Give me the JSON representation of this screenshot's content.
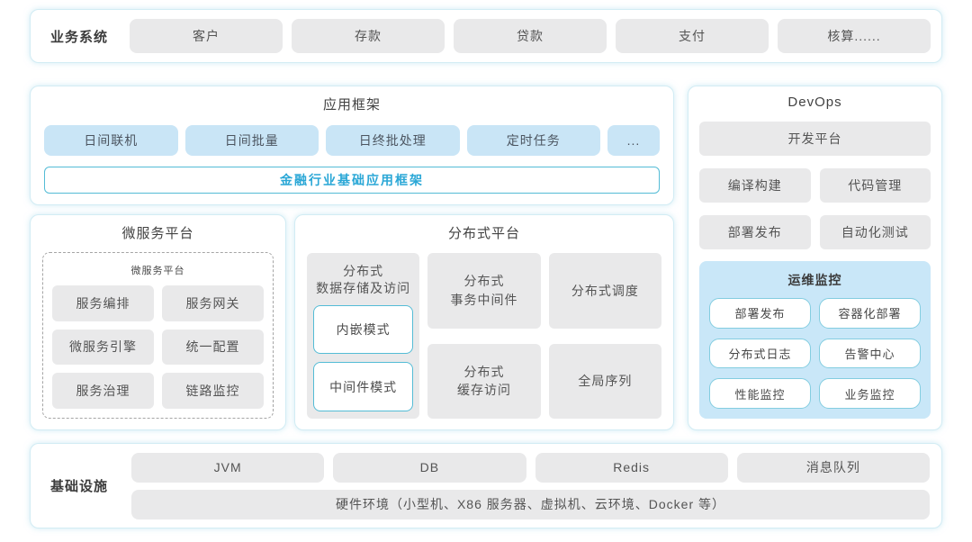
{
  "colors": {
    "panel_border": "#d2ecf4",
    "chip_gray": "#e9e9ea",
    "chip_blue": "#c9e5f6",
    "monitor_bg": "#c9e7f8",
    "teal_border": "#54bcd6",
    "accent_text": "#2aa7d6"
  },
  "business": {
    "label": "业务系统",
    "items": [
      "客户",
      "存款",
      "贷款",
      "支付",
      "核算......"
    ]
  },
  "app_framework": {
    "title": "应用框架",
    "items": [
      "日间联机",
      "日间批量",
      "日终批处理",
      "定时任务",
      "..."
    ],
    "base": "金融行业基础应用框架"
  },
  "microservice": {
    "title": "微服务平台",
    "inner_title": "微服务平台",
    "items": [
      "服务编排",
      "服务网关",
      "微服务引擎",
      "统一配置",
      "服务治理",
      "链路监控"
    ]
  },
  "distributed": {
    "title": "分布式平台",
    "storage": {
      "label": "分布式\n数据存储及访问",
      "modes": [
        "内嵌模式",
        "中间件模式"
      ]
    },
    "middle_col": [
      "分布式\n事务中间件",
      "分布式\n缓存访问"
    ],
    "right_col": [
      "分布式调度",
      "全局序列"
    ]
  },
  "devops": {
    "title": "DevOps",
    "platform": "开发平台",
    "items": [
      "编译构建",
      "代码管理",
      "部署发布",
      "自动化测试"
    ],
    "monitoring": {
      "title": "运维监控",
      "items": [
        "部署发布",
        "容器化部署",
        "分布式日志",
        "告警中心",
        "性能监控",
        "业务监控"
      ]
    }
  },
  "infrastructure": {
    "label": "基础设施",
    "items": [
      "JVM",
      "DB",
      "Redis",
      "消息队列"
    ],
    "hardware": "硬件环境（小型机、X86 服务器、虚拟机、云环境、Docker 等）"
  }
}
